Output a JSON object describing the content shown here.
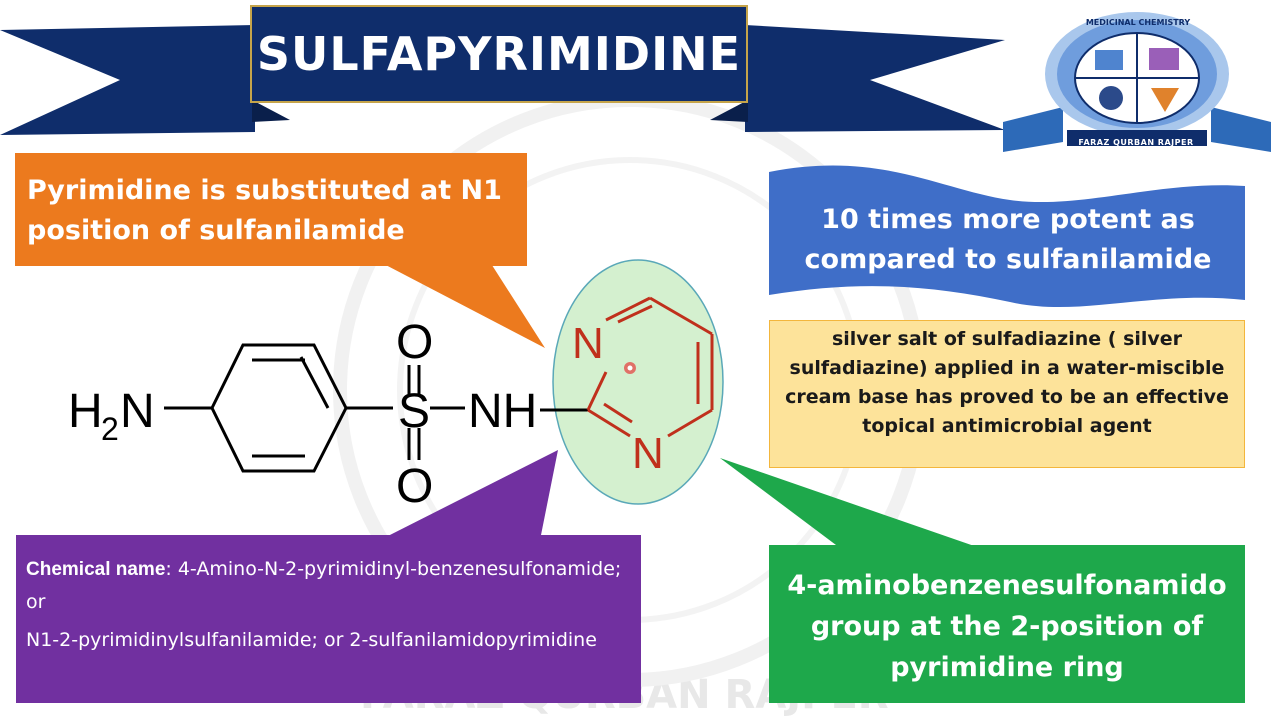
{
  "title": "SULFAPYRIMIDINE",
  "watermark": "FARAZ QURBAN RAJPER",
  "logo": {
    "top_text": "MEDICINAL CHEMISTRY",
    "bottom_text": "FARAZ QURBAN RAJPER"
  },
  "callouts": {
    "orange": "Pyrimidine is substituted at N1 position of sulfanilamide",
    "blue": "10 times more potent as compared to sulfanilamide",
    "yellow": "silver salt of sulfadiazine ( silver sulfadiazine) applied in a water-miscible cream base has proved to be an effective topical antimicrobial agent",
    "purple": {
      "label": "Chemical name",
      "line1": ": 4-Amino-N-2-pyrimidinyl-benzenesulfonamide; or",
      "line2": "N1-2-pyrimidinylsulfanilamide; or 2-sulfanilamidopyrimidine"
    },
    "green": "4-aminobenzenesulfonamido group at the 2-position of pyrimidine ring"
  },
  "structure": {
    "amine_H": "H",
    "amine_sub": "2",
    "amine_N": "N",
    "sulfur": "S",
    "oxygen_top": "O",
    "oxygen_bottom": "O",
    "nh": "NH",
    "ring_n1": "N",
    "ring_n2": "N"
  },
  "colors": {
    "title_bg": "#0f2d6b",
    "orange": "#ec7a1e",
    "blue": "#3f6ec8",
    "yellow": "#fde39a",
    "purple": "#7130a0",
    "green": "#1ea84b",
    "ring_highlight": "#d4f0cf",
    "ring_atoms": "#c0301c"
  }
}
